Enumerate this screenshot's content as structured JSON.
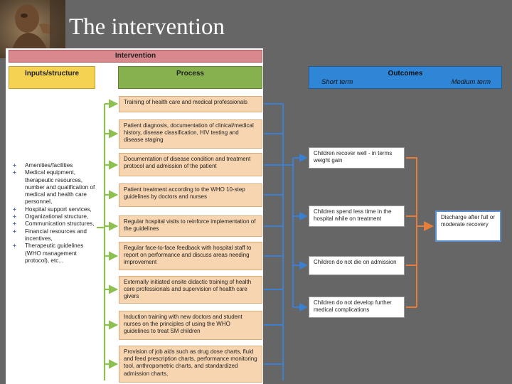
{
  "slide": {
    "title": "The intervention",
    "photo_icon": "child-photo"
  },
  "diagram": {
    "intervention_header": "Intervention",
    "inputs_header": "Inputs/structure",
    "process_header": "Process",
    "outcomes": {
      "header": "Outcomes",
      "short_term": "Short term",
      "medium_term": "Medium term"
    },
    "inputs": [
      "Amenities/facilities",
      "Medical equipment, therapeutic resources, number and qualification of medical and health care personnel,",
      "Hospital support services,",
      "Organizational structure,",
      "Communication structures,",
      "Financial resources and incentives,",
      "Therapeutic guidelines (WHO management protocol), etc..."
    ],
    "processes": [
      "Training of health care and medical professionals",
      "Patient diagnosis, documentation of clinical/medical history, disease classification, HIV testing and disease staging",
      "Documentation of disease condition and treatment protocol and admission of the patient",
      "Patient treatment according to the WHO 10-step guidelines by doctors and nurses",
      "Regular hospital visits to reinforce implementation of the guidelines",
      "Regular face-to-face feedback with hospital staff to report on performance and discuss areas needing improvement",
      "Externally initiated onsite didactic training of health care professionals and supervision of health care givers",
      "Induction training with new doctors and student nurses on the principles of using the WHO guidelines to treat SM children",
      "Provision of job aids such as drug dose charts, fluid and feed prescription charts, performance monitoring tool, anthropometric charts, and standardized admission charts,"
    ],
    "short_term_outcomes": [
      "Children recover well - in terms weight gain",
      "Children spend less time in the hospital while on treatment",
      "Children do not die on admission",
      "Children do not develop further medical complications"
    ],
    "medium_term_outcome": "Discharge after full or moderate recovery",
    "colors": {
      "background": "#666666",
      "intervention": "#d9888d",
      "inputs": "#f5d251",
      "process": "#86b14e",
      "process_box": "#f8d5b1",
      "outcomes": "#2f86d6",
      "green_arrow": "#8cc152",
      "blue_connector": "#3b7fd0",
      "orange_arrow": "#e67e3a"
    }
  }
}
